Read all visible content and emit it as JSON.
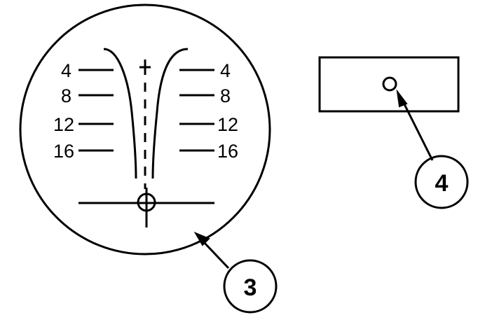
{
  "reticle": {
    "left_marks": [
      "4",
      "8",
      "12",
      "16"
    ],
    "right_marks": [
      "4",
      "8",
      "12",
      "16"
    ]
  },
  "callouts": {
    "reticle_callout": "3",
    "window_callout": "4"
  },
  "colors": {
    "ink": "#000000",
    "paper": "#ffffff"
  }
}
